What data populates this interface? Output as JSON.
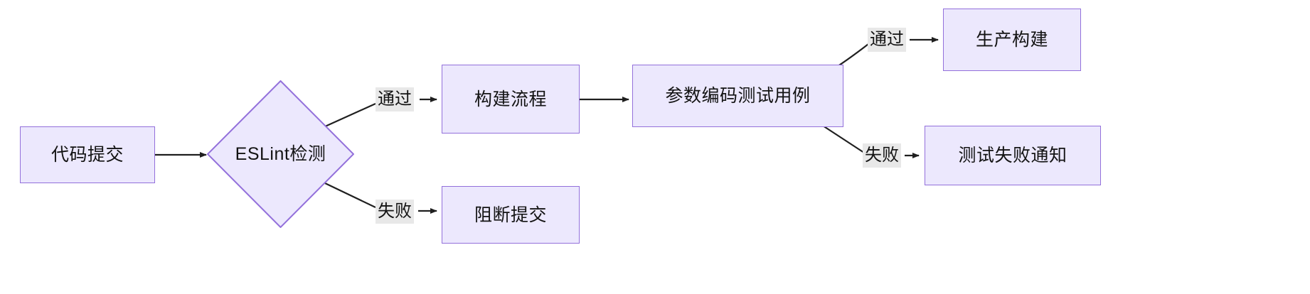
{
  "diagram": {
    "type": "flowchart",
    "direction": "left-to-right",
    "theme": {
      "node_fill": "#ece8fd",
      "node_stroke": "#9370db",
      "edge_stroke": "#1f1f1f",
      "label_background": "#e8e8e8",
      "text_color": "#131313",
      "canvas_background": "#ffffff"
    },
    "nodes": [
      {
        "id": "code_commit",
        "label": "代码提交",
        "shape": "rectangle"
      },
      {
        "id": "eslint_check",
        "label": "ESLint检测",
        "shape": "diamond"
      },
      {
        "id": "build_process",
        "label": "构建流程",
        "shape": "rectangle"
      },
      {
        "id": "block_commit",
        "label": "阻断提交",
        "shape": "rectangle"
      },
      {
        "id": "param_tests",
        "label": "参数编码测试用例",
        "shape": "rectangle"
      },
      {
        "id": "prod_build",
        "label": "生产构建",
        "shape": "rectangle"
      },
      {
        "id": "test_fail_notify",
        "label": "测试失败通知",
        "shape": "rectangle"
      }
    ],
    "edges": [
      {
        "from": "code_commit",
        "to": "eslint_check",
        "label": ""
      },
      {
        "from": "eslint_check",
        "to": "build_process",
        "label": "通过"
      },
      {
        "from": "eslint_check",
        "to": "block_commit",
        "label": "失败"
      },
      {
        "from": "build_process",
        "to": "param_tests",
        "label": ""
      },
      {
        "from": "param_tests",
        "to": "prod_build",
        "label": "通过"
      },
      {
        "from": "param_tests",
        "to": "test_fail_notify",
        "label": "失败"
      }
    ],
    "edge_labels": {
      "eslint_pass": "通过",
      "eslint_fail": "失败",
      "tests_pass": "通过",
      "tests_fail": "失败"
    }
  }
}
